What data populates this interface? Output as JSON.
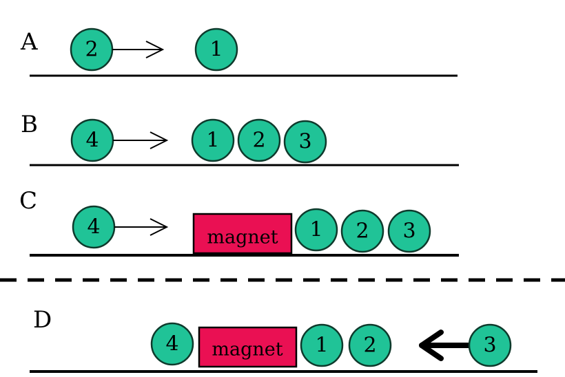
{
  "colors": {
    "ball": "#20c397",
    "ball_outline": "#0e3a2c",
    "magnet": "#ea1053",
    "line": "#000000"
  },
  "rows": [
    {
      "label": "A",
      "balls": [
        "2",
        "1"
      ]
    },
    {
      "label": "B",
      "balls": [
        "4",
        "1",
        "2",
        "3"
      ]
    },
    {
      "label": "C",
      "balls": [
        "4",
        "1",
        "2",
        "3"
      ],
      "magnet_label": "magnet"
    },
    {
      "label": "D",
      "balls": [
        "4",
        "1",
        "2",
        "3"
      ],
      "magnet_label": "magnet"
    }
  ]
}
